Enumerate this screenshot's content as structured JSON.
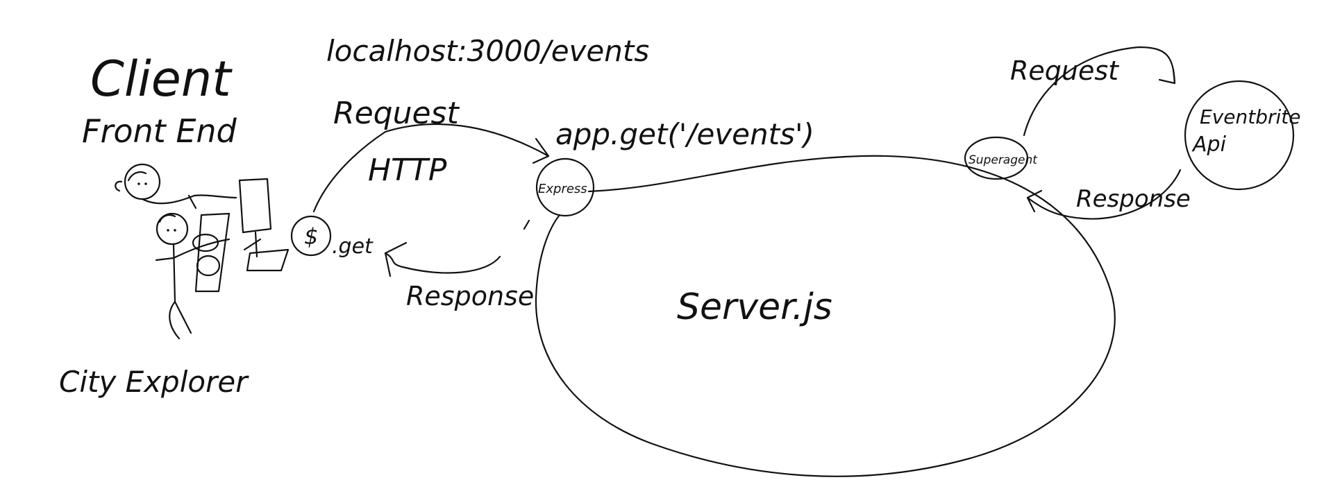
{
  "labels": {
    "client": "Client",
    "front_end": "Front End",
    "url": "localhost:3000/events",
    "request_left": "Request",
    "http": "HTTP",
    "route": "app.get('/events')",
    "response_left": "Response",
    "get_call": ".get",
    "jquery": "$",
    "express": "Express",
    "server": "Server.js",
    "superagent": "Superagent",
    "request_right": "Request",
    "response_right": "Response",
    "api": "Eventbrite",
    "api_sub": "Api",
    "app_name": "City Explorer"
  },
  "colors": {
    "ink": "#111111",
    "background": "#ffffff"
  }
}
